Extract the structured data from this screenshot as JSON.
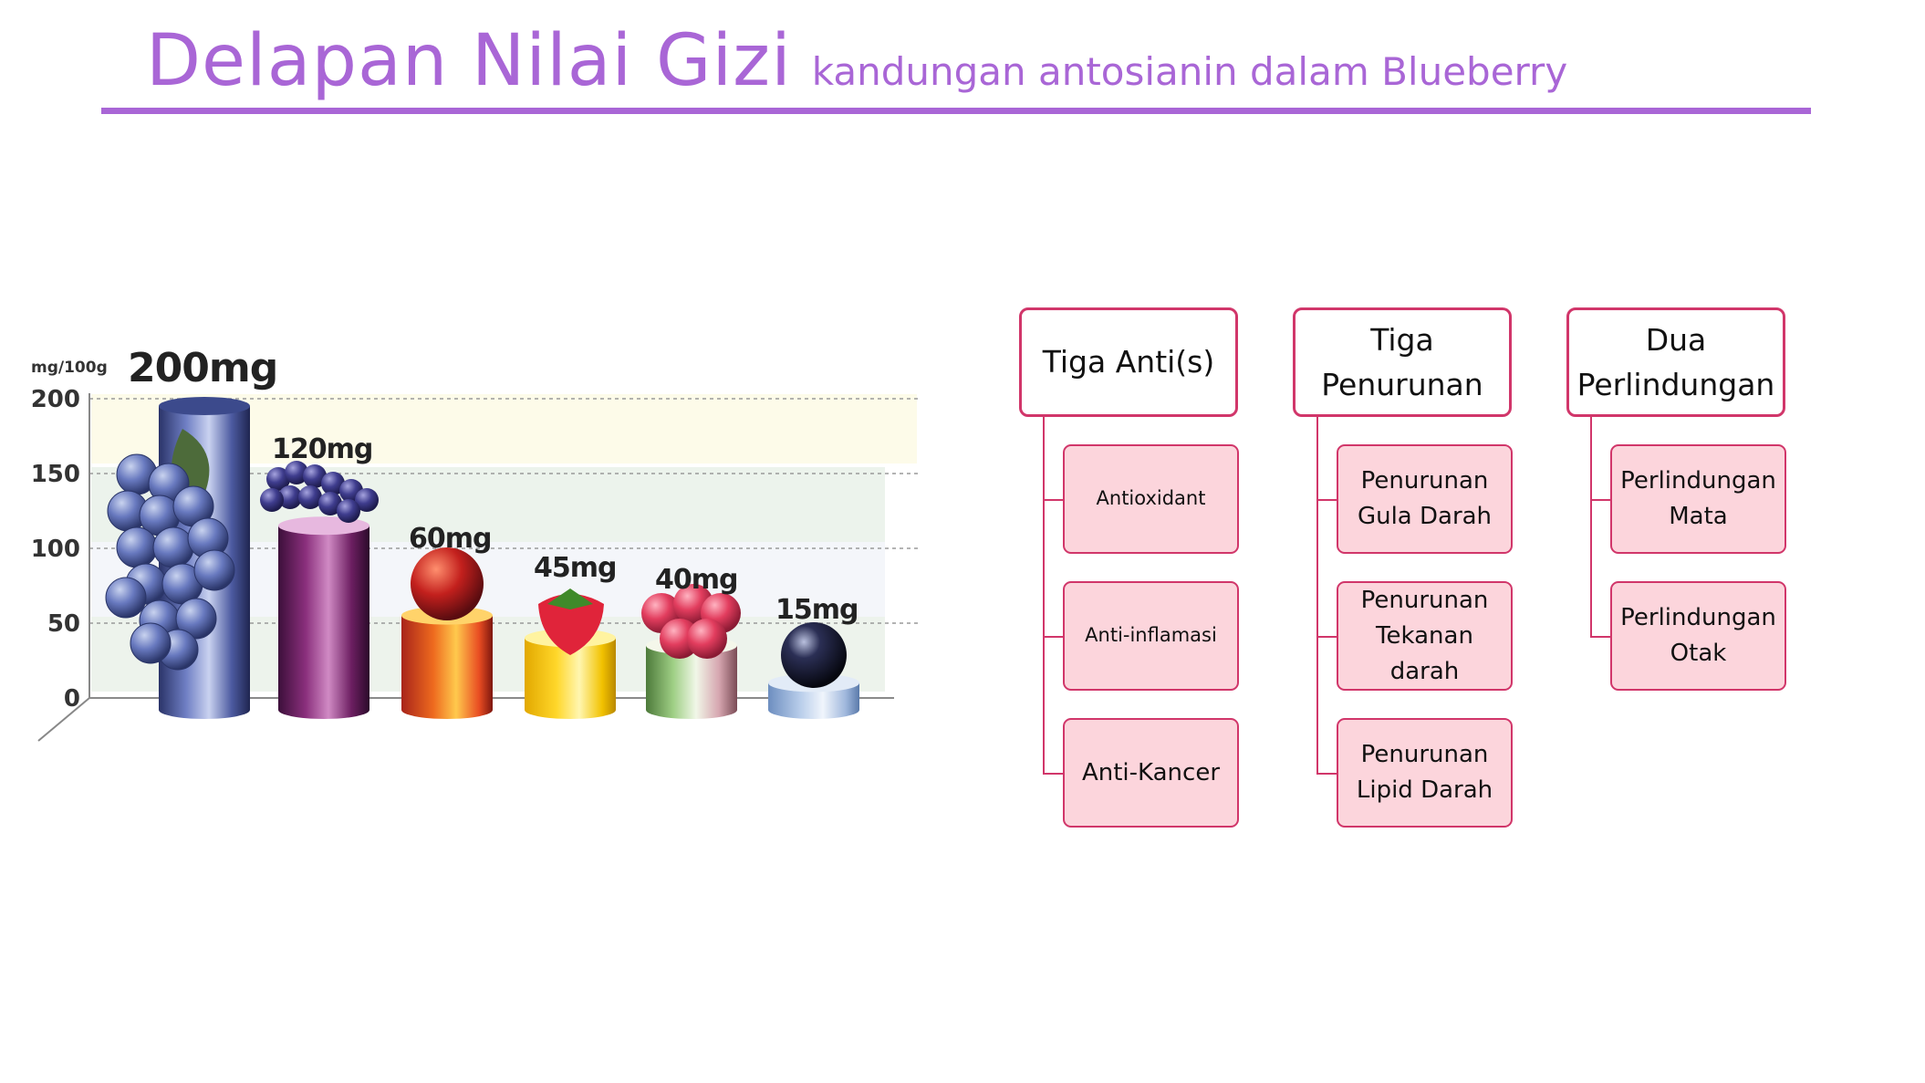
{
  "header": {
    "title": "Delapan Nilai Gizi",
    "subtitle": "kandungan antosianin dalam Blueberry",
    "accent_color": "#a966d6"
  },
  "chart_data": {
    "type": "bar",
    "unit_label": "mg/100g",
    "ylim": [
      0,
      200
    ],
    "yticks": [
      0,
      50,
      100,
      150,
      200
    ],
    "categories": [
      "blueberry",
      "grape",
      "cherry",
      "strawberry",
      "raspberry",
      "blackcurrant"
    ],
    "values": [
      200,
      120,
      60,
      45,
      40,
      15
    ],
    "data_labels": [
      "200mg",
      "120mg",
      "60mg",
      "45mg",
      "40mg",
      "15mg"
    ],
    "grid": true
  },
  "tree": {
    "border_color": "#d1366a",
    "child_fill": "#fcd5dc",
    "groups": [
      {
        "label": "Tiga Anti(s)",
        "children": [
          "Antioxidant",
          "Anti-inflamasi",
          "Anti-Kancer"
        ]
      },
      {
        "label": "Tiga\nPenurunan",
        "children": [
          "Penurunan\nGula Darah",
          "Penurunan\nTekanan darah",
          "Penurunan\nLipid Darah"
        ]
      },
      {
        "label": "Dua\nPerlindungan",
        "children": [
          "Perlindungan\nMata",
          "Perlindungan\nOtak"
        ]
      }
    ]
  }
}
